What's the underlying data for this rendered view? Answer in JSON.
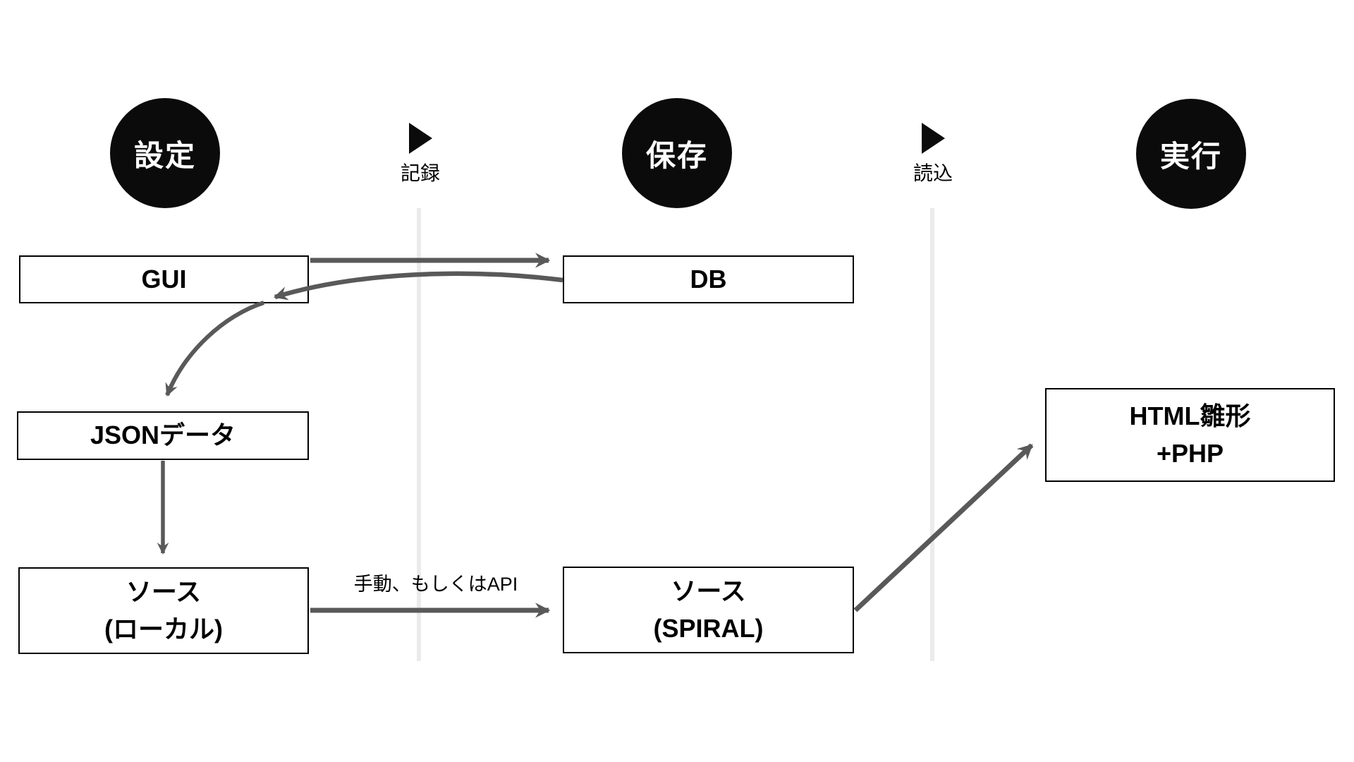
{
  "stages": {
    "settei": {
      "label": "設定"
    },
    "hozon": {
      "label": "保存"
    },
    "jikkou": {
      "label": "実行"
    }
  },
  "transitions": {
    "kiroku": {
      "label": "記録"
    },
    "yomikomi": {
      "label": "読込"
    }
  },
  "nodes": {
    "gui": {
      "label": "GUI"
    },
    "db": {
      "label": "DB"
    },
    "json_data": {
      "label": "JSONデータ"
    },
    "source_local": {
      "line1": "ソース",
      "line2": "(ローカル)"
    },
    "source_spiral": {
      "line1": "ソース",
      "line2": "(SPIRAL)"
    },
    "html_template": {
      "line1": "HTML雛形",
      "line2": "+PHP"
    }
  },
  "edges": {
    "local_to_spiral_label": "手動、もしくはAPI"
  },
  "colors": {
    "arrow": "#595959",
    "stage_fill": "#0b0b0b",
    "stage_text": "#ffffff",
    "node_fill": "#ffffff",
    "node_border": "#000000",
    "guide_line": "#ebebeb",
    "text": "#000000"
  }
}
